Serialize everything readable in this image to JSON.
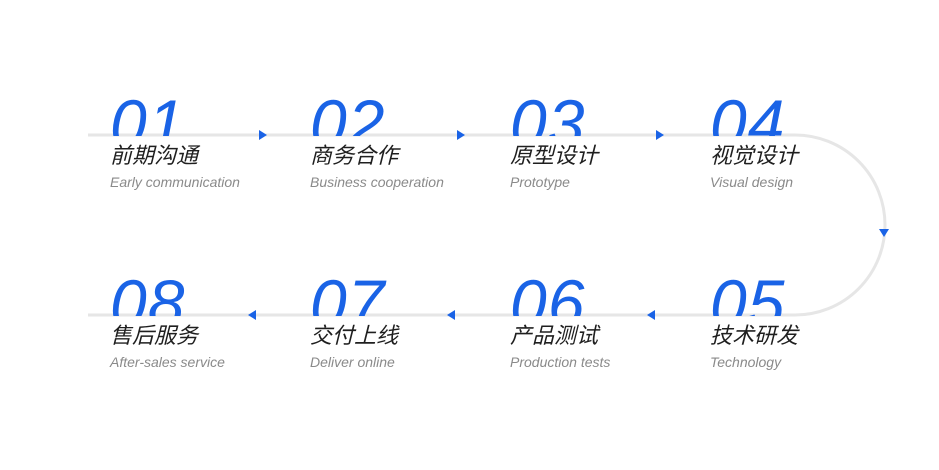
{
  "colors": {
    "accent": "#1a63e6",
    "track": "#e6e6e6",
    "title": "#1f1f1f",
    "subtitle": "#8a8a8a"
  },
  "steps": [
    {
      "number": "01",
      "title": "前期沟通",
      "subtitle": "Early communication"
    },
    {
      "number": "02",
      "title": "商务合作",
      "subtitle": "Business cooperation"
    },
    {
      "number": "03",
      "title": "原型设计",
      "subtitle": "Prototype"
    },
    {
      "number": "04",
      "title": "视觉设计",
      "subtitle": "Visual design"
    },
    {
      "number": "05",
      "title": "技术研发",
      "subtitle": "Technology"
    },
    {
      "number": "06",
      "title": "产品测试",
      "subtitle": "Production tests"
    },
    {
      "number": "07",
      "title": "交付上线",
      "subtitle": "Deliver online"
    },
    {
      "number": "08",
      "title": "售后服务",
      "subtitle": "After-sales service"
    }
  ]
}
